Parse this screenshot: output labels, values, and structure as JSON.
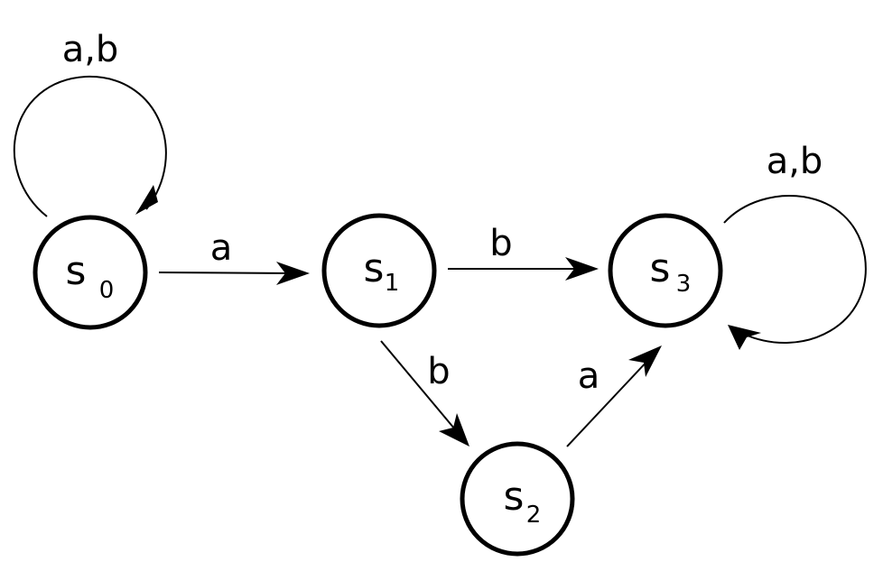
{
  "states": [
    {
      "id": "s0",
      "name": "s",
      "subscript": "0"
    },
    {
      "id": "s1",
      "name": "s",
      "subscript": "1"
    },
    {
      "id": "s2",
      "name": "s",
      "subscript": "2"
    },
    {
      "id": "s3",
      "name": "s",
      "subscript": "3"
    }
  ],
  "transitions": [
    {
      "from": "s0",
      "to": "s0",
      "label": "a,b"
    },
    {
      "from": "s0",
      "to": "s1",
      "label": "a"
    },
    {
      "from": "s1",
      "to": "s3",
      "label": "b"
    },
    {
      "from": "s1",
      "to": "s2",
      "label": "b"
    },
    {
      "from": "s2",
      "to": "s3",
      "label": "a"
    },
    {
      "from": "s3",
      "to": "s3",
      "label": "a,b"
    }
  ]
}
